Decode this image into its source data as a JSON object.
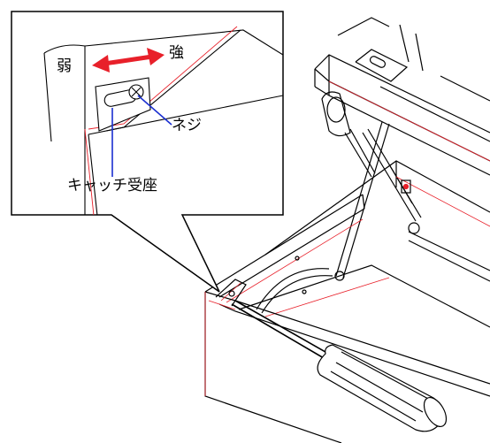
{
  "callout": {
    "label_weak": "弱",
    "label_strong": "強",
    "label_screw": "ネジ",
    "label_catch_seat": "キャッチ受座"
  },
  "colors": {
    "accent_red": "#e8202a",
    "pointer_blue": "#1a2fd0",
    "line": "#000000"
  },
  "icons": [
    "double-arrow-icon",
    "screwdriver-icon",
    "screw-icon"
  ]
}
